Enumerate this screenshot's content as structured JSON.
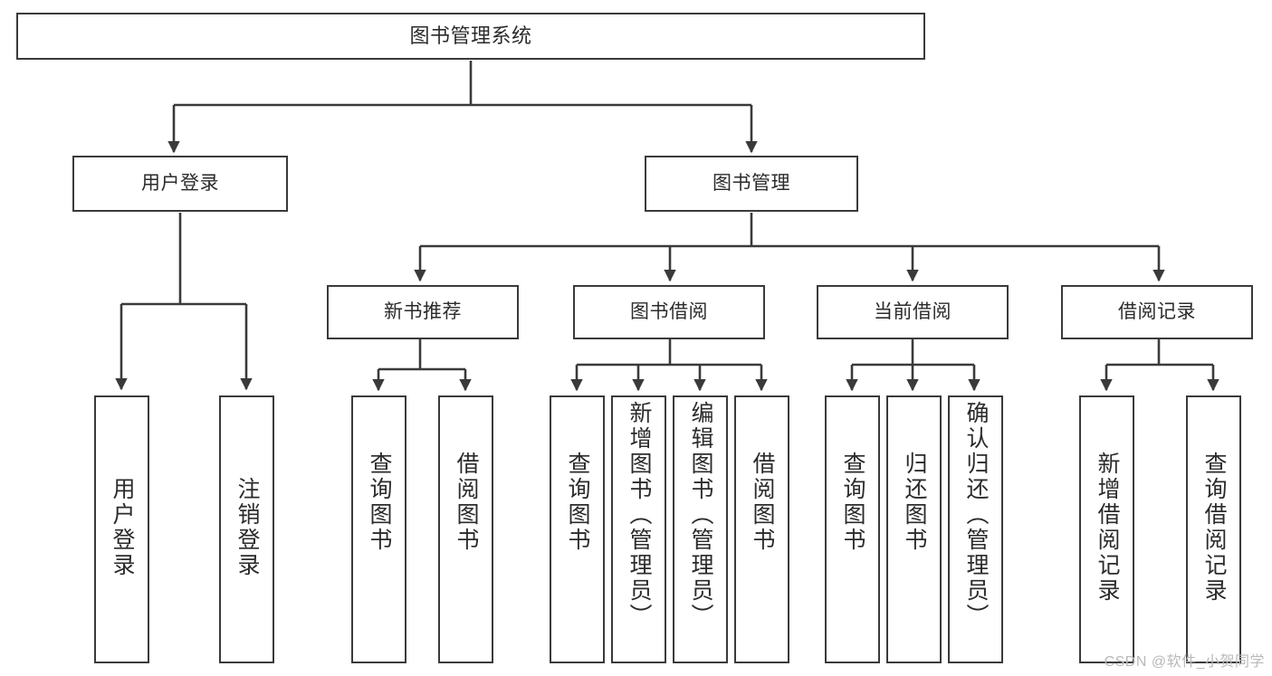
{
  "diagram": {
    "title": "图书管理系统",
    "type": "tree",
    "root": {
      "id": "root",
      "label": "图书管理系统"
    },
    "level1": [
      {
        "id": "user-login",
        "label": "用户登录"
      },
      {
        "id": "book-manage",
        "label": "图书管理"
      }
    ],
    "level2": [
      {
        "id": "new-book-rec",
        "label": "新书推荐",
        "parent": "book-manage"
      },
      {
        "id": "book-borrow",
        "label": "图书借阅",
        "parent": "book-manage"
      },
      {
        "id": "current-borrow",
        "label": "当前借阅",
        "parent": "book-manage"
      },
      {
        "id": "borrow-record",
        "label": "借阅记录",
        "parent": "book-manage"
      }
    ],
    "leaves": [
      {
        "id": "leaf-user-login",
        "label": "用户登录",
        "parent": "user-login"
      },
      {
        "id": "leaf-logout",
        "label": "注销登录",
        "parent": "user-login"
      },
      {
        "id": "leaf-query-book-1",
        "label": "查询图书",
        "parent": "new-book-rec"
      },
      {
        "id": "leaf-borrow-book-1",
        "label": "借阅图书",
        "parent": "new-book-rec"
      },
      {
        "id": "leaf-query-book-2",
        "label": "查询图书",
        "parent": "book-borrow"
      },
      {
        "id": "leaf-add-book",
        "label": "新增图书（管理员）",
        "parent": "book-borrow"
      },
      {
        "id": "leaf-edit-book",
        "label": "编辑图书（管理员）",
        "parent": "book-borrow"
      },
      {
        "id": "leaf-borrow-book-2",
        "label": "借阅图书",
        "parent": "book-borrow"
      },
      {
        "id": "leaf-query-book-3",
        "label": "查询图书",
        "parent": "current-borrow"
      },
      {
        "id": "leaf-return-book",
        "label": "归还图书",
        "parent": "current-borrow"
      },
      {
        "id": "leaf-confirm-return",
        "label": "确认归还（管理员）",
        "parent": "current-borrow"
      },
      {
        "id": "leaf-add-record",
        "label": "新增借阅记录",
        "parent": "borrow-record"
      },
      {
        "id": "leaf-query-record",
        "label": "查询借阅记录",
        "parent": "borrow-record"
      }
    ],
    "colors": {
      "stroke": "#3a3a3a",
      "text": "#2b2b2b",
      "background": "#ffffff",
      "watermark": "#b9b9b9"
    }
  },
  "watermark": {
    "text": "CSDN @软件_小贺同学"
  }
}
